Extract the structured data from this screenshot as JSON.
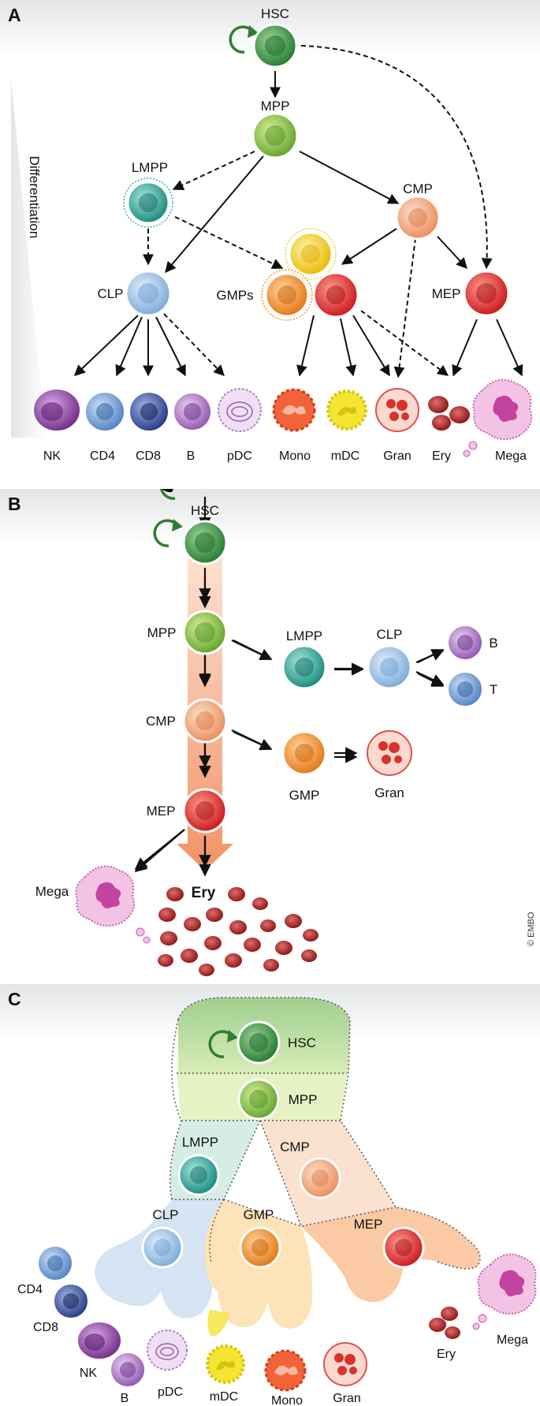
{
  "panel_a": {
    "letter": "A",
    "axis_label": "Differentiation",
    "nodes": {
      "hsc": "HSC",
      "mpp": "MPP",
      "lmpp": "LMPP",
      "cmp": "CMP",
      "clp": "CLP",
      "gmps": "GMPs",
      "mep": "MEP"
    },
    "cells": [
      "NK",
      "CD4",
      "CD8",
      "B",
      "pDC",
      "Mono",
      "mDC",
      "Gran",
      "Ery",
      "Mega"
    ]
  },
  "panel_b": {
    "letter": "B",
    "nodes": {
      "hsc": "HSC",
      "mpp": "MPP",
      "cmp": "CMP",
      "mep": "MEP",
      "lmpp": "LMPP",
      "clp": "CLP",
      "gmp": "GMP"
    },
    "cells": {
      "b": "B",
      "t": "T",
      "gran": "Gran",
      "mega": "Mega",
      "ery": "Ery"
    },
    "copyright": "© EMBO"
  },
  "panel_c": {
    "letter": "C",
    "regions": {
      "hsc": "HSC",
      "mpp": "MPP",
      "lmpp": "LMPP",
      "cmp": "CMP",
      "clp": "CLP",
      "gmp": "GMP",
      "mep": "MEP"
    },
    "cells": [
      "CD4",
      "CD8",
      "NK",
      "B",
      "pDC",
      "mDC",
      "Mono",
      "Gran",
      "Ery",
      "Mega"
    ]
  },
  "colors": {
    "hsc": "#3f9a45",
    "mpp": "#8cc63f",
    "lmpp": "#35b2a4",
    "cmp": "#f2a073",
    "clp": "#9cc4e6",
    "gmp": "#f4951f",
    "mep": "#e8302a",
    "yellow": "#f7d21a",
    "nk": "#8b3aa0",
    "cd4": "#6f9ad3",
    "cd8": "#3b5aa8",
    "b": "#a66fc2",
    "pdc": "#dbbde6",
    "mono": "#ef4a25",
    "mdc": "#f2e21c",
    "gran": "#f07c6a",
    "ery": "#b3262a",
    "mega": "#e07cc9"
  }
}
